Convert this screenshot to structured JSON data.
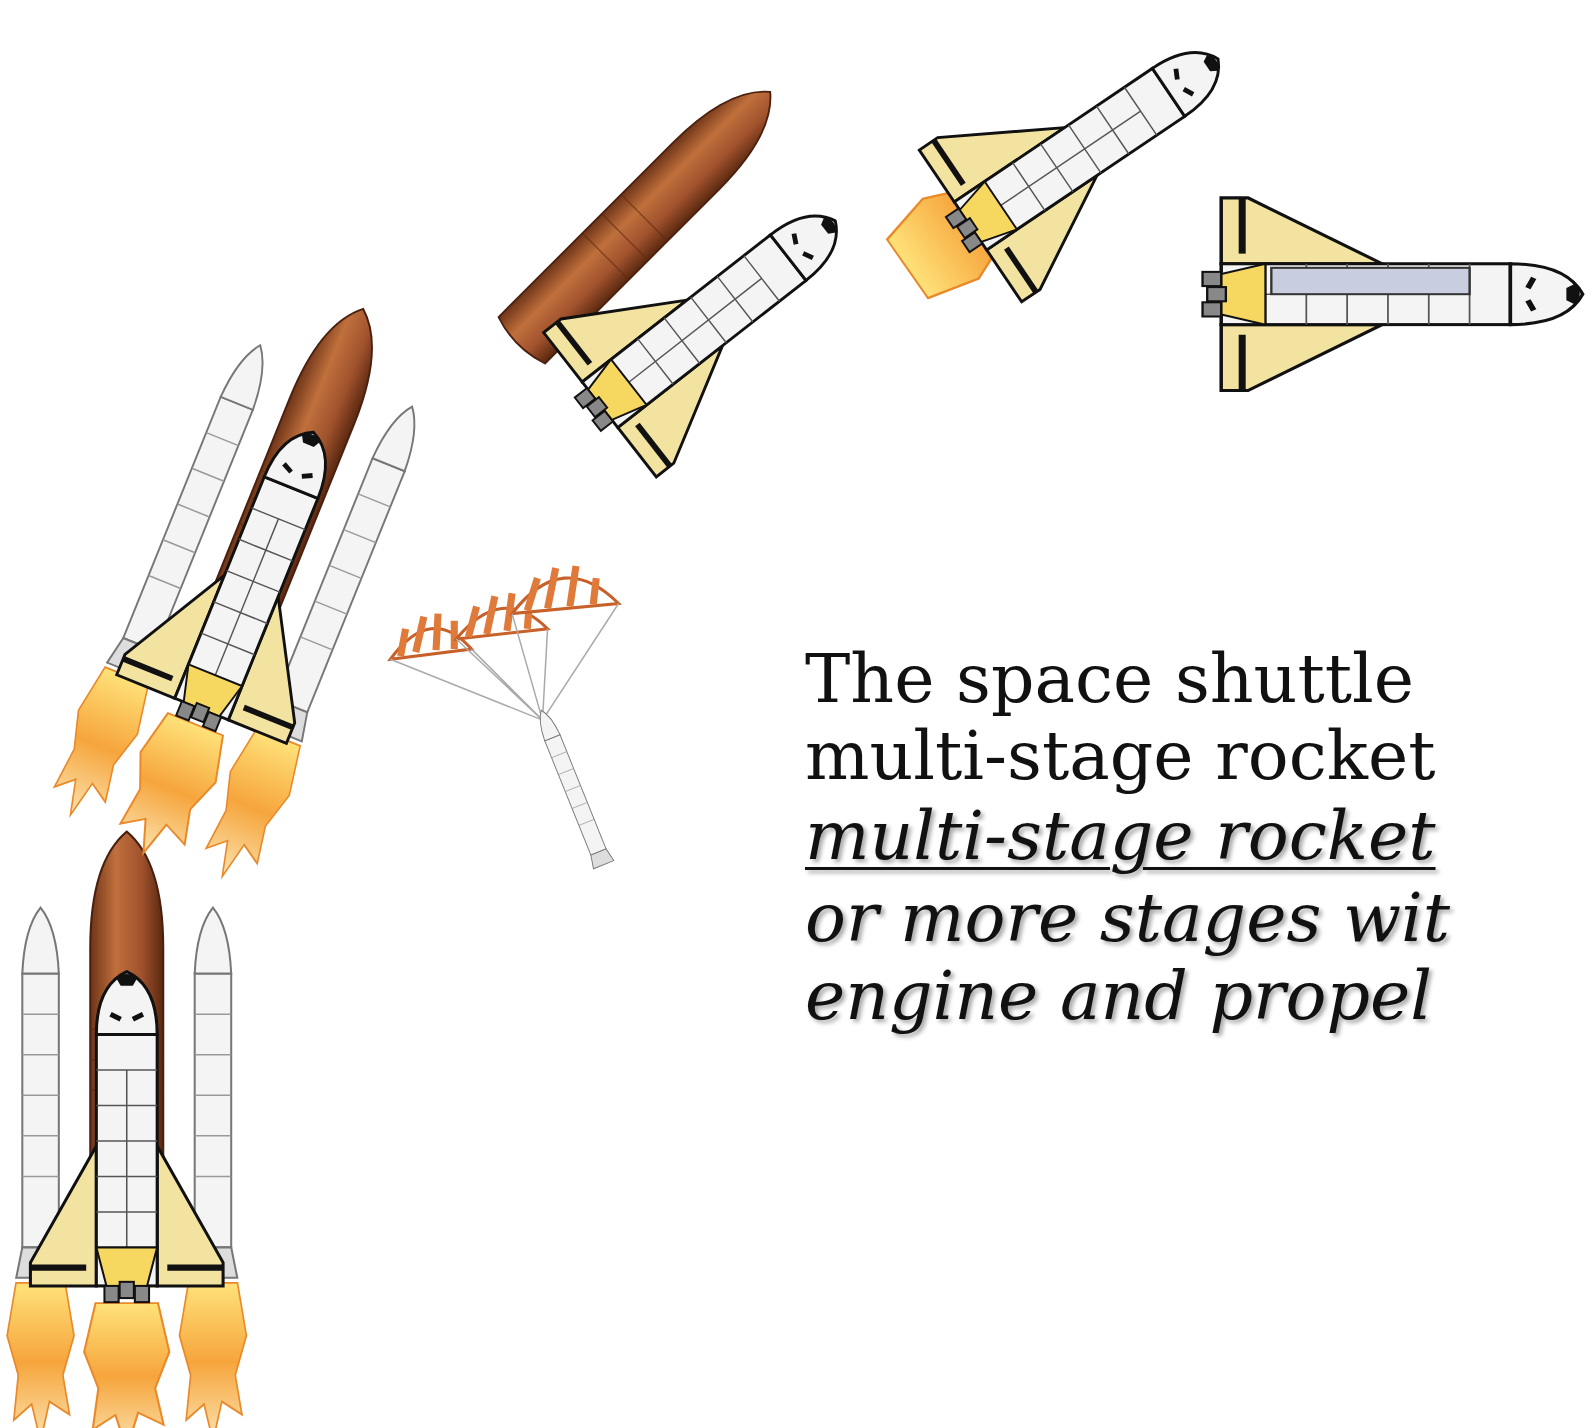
{
  "diagram": {
    "labels": [
      "The space shuttle",
      "multi-stage rocket",
      "multi-stage rocket",
      "or more stages wit",
      "engine and propel"
    ]
  }
}
